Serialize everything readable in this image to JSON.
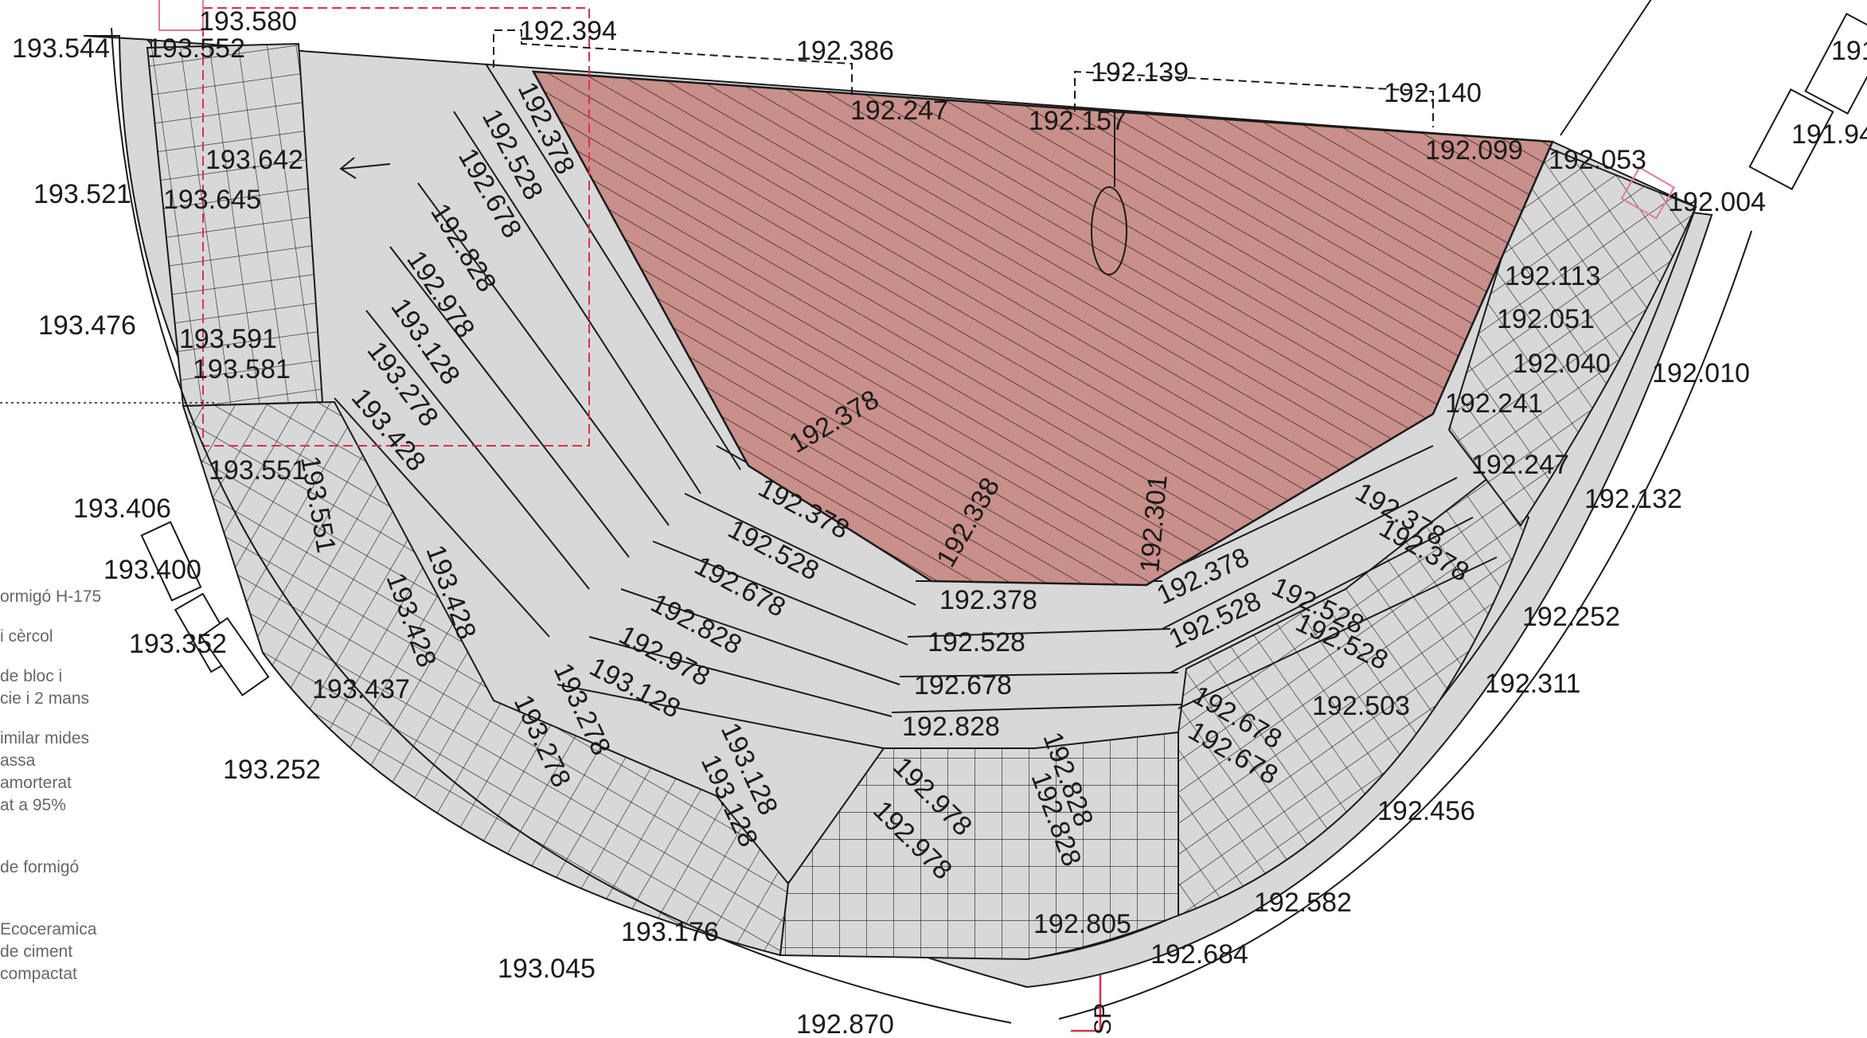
{
  "elevations": {
    "top_left_outer": "193.544",
    "top_left_a": "193.552",
    "top_left_b": "193.580",
    "left_1": "193.521",
    "left_2": "193.476",
    "left_3": "193.406",
    "left_4": "193.400",
    "left_5": "193.352",
    "left_6": "193.252",
    "bottom_1": "193.045",
    "bottom_2": "192.870",
    "bottom_3": "192.684",
    "bottom_4": "192.582",
    "right_1": "192.456",
    "right_2": "192.311",
    "right_3": "192.252",
    "right_4": "192.132",
    "right_5": "192.010",
    "right_6": "192.004",
    "right_7": "192.053",
    "top_right_edge": "191.94",
    "top_right_edge_2": "191"
  },
  "inner_levels": {
    "il_1": "193.642",
    "il_2": "193.645",
    "il_3": "193.591",
    "il_4": "193.581",
    "il_5": "193.551",
    "il_6": "193.437",
    "il_7": "193.176",
    "il_8": "192.805",
    "il_9": "192.503",
    "il_10": "192.247",
    "il_11": "192.241",
    "il_12": "192.040",
    "il_13": "192.051",
    "il_14": "192.113",
    "il_15": "192.099",
    "il_16": "192.247",
    "il_17": "192.157",
    "il_18": "192.140",
    "il_19": "192.139",
    "il_20": "192.386",
    "il_21": "192.394",
    "il_22": "192.378",
    "il_23": "192.338",
    "il_24": "192.301"
  },
  "step_labels": [
    "192.378",
    "192.528",
    "192.678",
    "192.828",
    "192.978",
    "193.128",
    "193.278",
    "193.428"
  ],
  "section_mark": "SP",
  "legend": [
    "ormigó H-175",
    "i cèrcol",
    "de bloc i",
    "cie i 2 mans",
    "imilar mides",
    "assa",
    "amorterat",
    "at a 95%",
    "de formigó",
    "Ecoceramica",
    "de ciment",
    "compactat"
  ],
  "colors": {
    "paving_fill": "#d8d8d8",
    "hatched_area": "#c98f8a",
    "line": "#1a1a1a",
    "red_marker": "#d9304a",
    "pink_marker": "#e07aa0"
  }
}
